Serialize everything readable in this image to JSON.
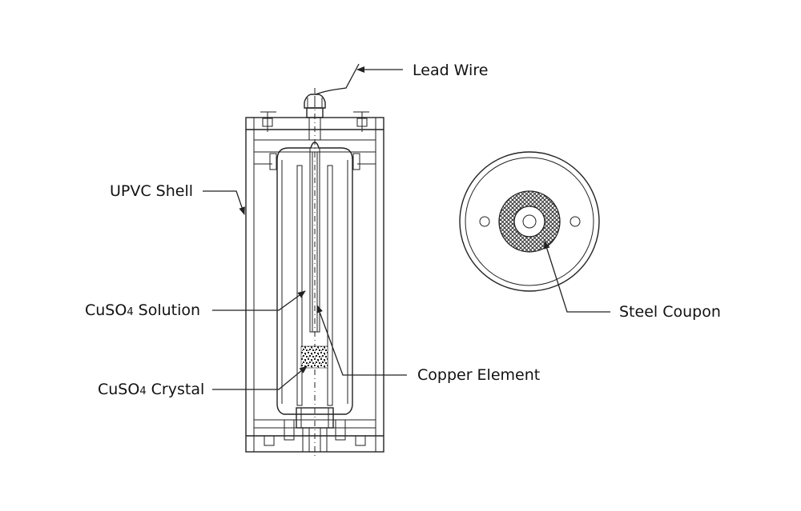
{
  "labels": {
    "lead_wire": "Lead Wire",
    "upvc_shell": "UPVC Shell",
    "solution": {
      "pre": "CuSO",
      "sub": "4",
      "post": " Solution"
    },
    "crystal": {
      "pre": "CuSO",
      "sub": "4",
      "post": " Crystal"
    },
    "copper_element": "Copper Element",
    "steel_coupon": "Steel Coupon"
  },
  "colors": {
    "line": "#222222",
    "background": "#ffffff",
    "hatch": "#333333"
  }
}
